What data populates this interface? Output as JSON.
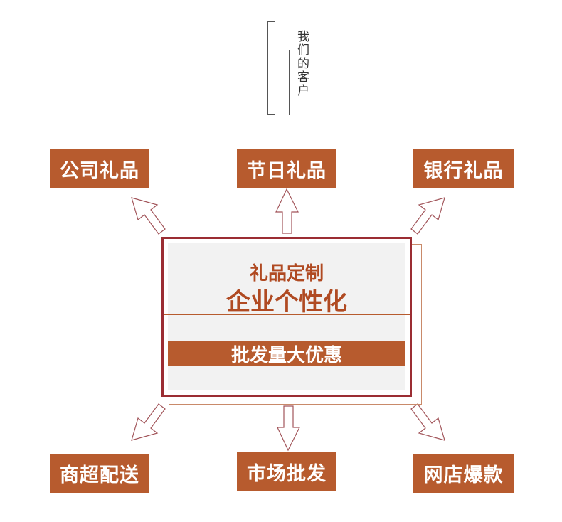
{
  "header": {
    "title": "我们的客户"
  },
  "top_boxes": [
    "公司礼品",
    "节日礼品",
    "银行礼品"
  ],
  "bottom_boxes": [
    "商超配送",
    "市场批发",
    "网店爆款"
  ],
  "center": {
    "line1": "礼品定制",
    "line2": "企业个性化",
    "bar": "批发量大优惠"
  },
  "colors": {
    "accent": "#b75b2e",
    "frame": "#9b2d33",
    "arrow": "#a2555a"
  }
}
